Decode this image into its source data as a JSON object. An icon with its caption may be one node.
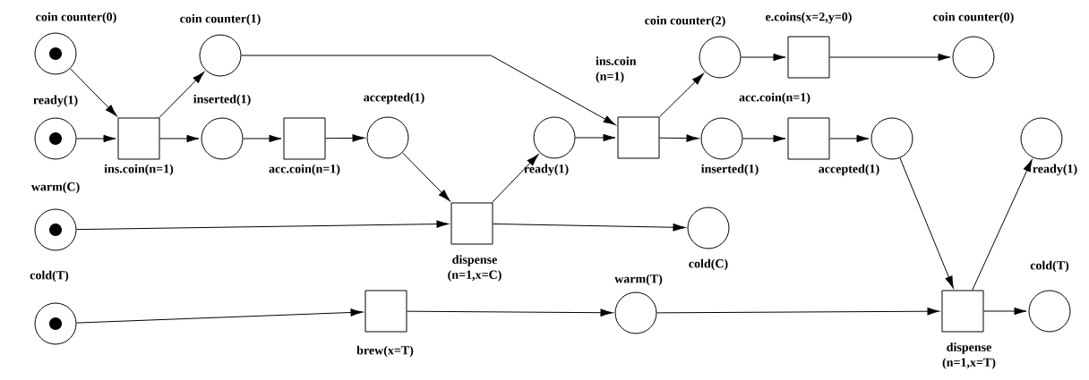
{
  "diagram": {
    "nodes": [
      {
        "text": [
          "coin counter(0)"
        ]
      },
      {
        "text": [
          "coin counter(1)"
        ]
      },
      {
        "text": [
          "ready(1)"
        ]
      },
      {
        "text": [
          "ins.coin(n=1)"
        ]
      },
      {
        "text": [
          "inserted(1)"
        ]
      },
      {
        "text": [
          "acc.coin(n=1)"
        ]
      },
      {
        "text": [
          "accepted(1)"
        ]
      },
      {
        "text": [
          "warm(C)"
        ]
      },
      {
        "text": [
          "dispense (n=1,x=C)"
        ]
      },
      {
        "text": [
          "ready(1)"
        ]
      },
      {
        "text": [
          "ins.coin (n=1)"
        ]
      },
      {
        "text": [
          "coin counter(2)"
        ]
      },
      {
        "text": [
          "e.coins(x=2,y=0)"
        ]
      },
      {
        "text": [
          "coin counter(0)"
        ]
      },
      {
        "text": [
          "inserted(1)"
        ]
      },
      {
        "text": [
          "acc.coin(n=1)"
        ]
      },
      {
        "text": [
          "accepted(1)"
        ]
      },
      {
        "text": [
          "ready(1)"
        ]
      },
      {
        "text": [
          "cold(C)"
        ]
      },
      {
        "text": [
          "cold(T)"
        ]
      },
      {
        "text": [
          "brew(x=T)"
        ]
      },
      {
        "text": [
          "warm(T)"
        ]
      },
      {
        "text": [
          "dispense (n=1,x=T)"
        ]
      },
      {
        "text": [
          "cold(T)"
        ]
      }
    ],
    "edges": [
      {
        "from": 0,
        "to": 3,
        "arrow": "to"
      },
      {
        "from": 2,
        "to": 3,
        "arrow": "to"
      },
      {
        "from": 3,
        "to": 1,
        "arrow": "to"
      },
      {
        "from": 3,
        "to": 4,
        "arrow": "to"
      },
      {
        "from": 4,
        "to": 5,
        "arrow": "to"
      },
      {
        "from": 5,
        "to": 6,
        "arrow": "to"
      },
      {
        "from": 6,
        "to": 8,
        "arrow": "to"
      },
      {
        "from": 7,
        "to": 8,
        "arrow": "to"
      },
      {
        "from": 8,
        "to": 9,
        "arrow": "to"
      },
      {
        "from": 8,
        "to": 18,
        "arrow": "to"
      },
      {
        "from": 9,
        "to": 10,
        "arrow": "to"
      },
      {
        "from": 1,
        "to": 10,
        "arrow": "to"
      },
      {
        "from": 10,
        "to": 11,
        "arrow": "to"
      },
      {
        "from": 11,
        "to": 12,
        "arrow": "to"
      },
      {
        "from": 12,
        "to": 13,
        "arrow": "to"
      },
      {
        "from": 10,
        "to": 14,
        "arrow": "to"
      },
      {
        "from": 14,
        "to": 15,
        "arrow": "to"
      },
      {
        "from": 15,
        "to": 16,
        "arrow": "to"
      },
      {
        "from": 16,
        "to": 22,
        "arrow": "to"
      },
      {
        "from": 22,
        "to": 17,
        "arrow": "to"
      },
      {
        "from": 19,
        "to": 20,
        "arrow": "to"
      },
      {
        "from": 20,
        "to": 21,
        "arrow": "to"
      },
      {
        "from": 21,
        "to": 22,
        "arrow": "to"
      },
      {
        "from": 22,
        "to": 23,
        "arrow": "to"
      }
    ]
  }
}
